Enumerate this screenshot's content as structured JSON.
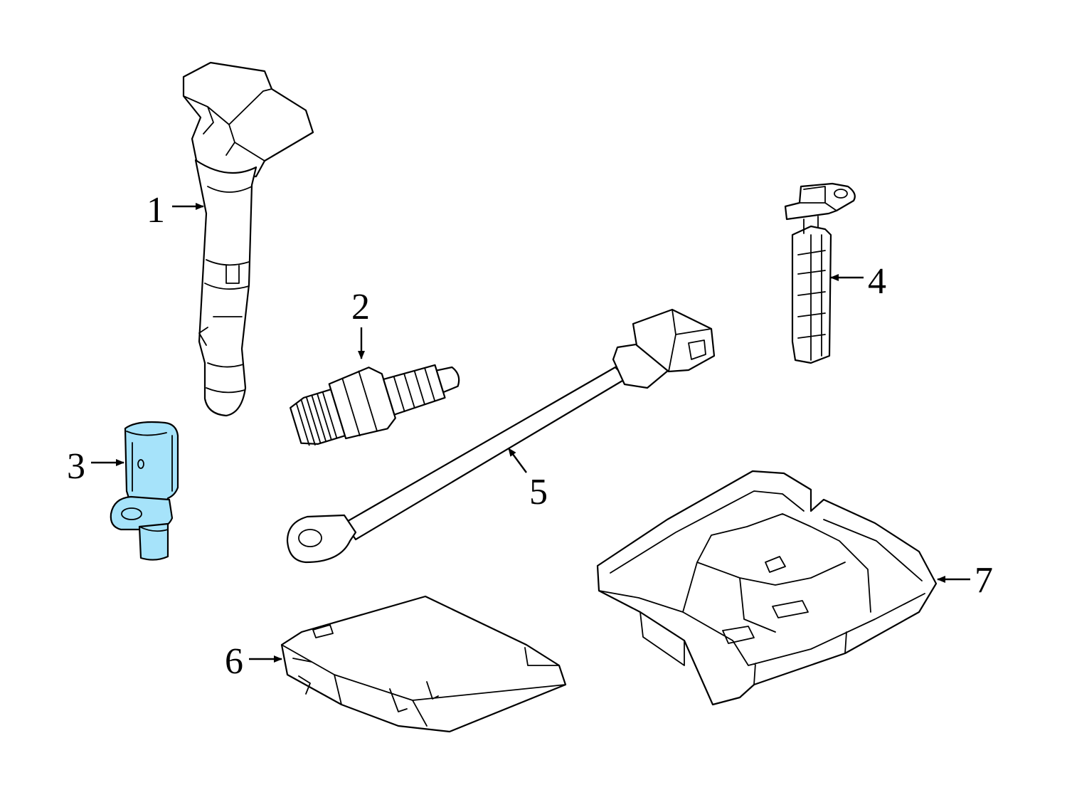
{
  "diagram": {
    "highlight_color": "#a6e3fa",
    "line_color": "#000000",
    "background_color": "#ffffff",
    "callouts": [
      {
        "id": "1",
        "label": "1",
        "part": "ignition-coil"
      },
      {
        "id": "2",
        "label": "2",
        "part": "spark-plug"
      },
      {
        "id": "3",
        "label": "3",
        "part": "crankshaft-position-sensor",
        "highlighted": true
      },
      {
        "id": "4",
        "label": "4",
        "part": "camshaft-position-sensor"
      },
      {
        "id": "5",
        "label": "5",
        "part": "knock-sensor"
      },
      {
        "id": "6",
        "label": "6",
        "part": "engine-control-module"
      },
      {
        "id": "7",
        "label": "7",
        "part": "ecm-mounting-bracket"
      }
    ]
  }
}
